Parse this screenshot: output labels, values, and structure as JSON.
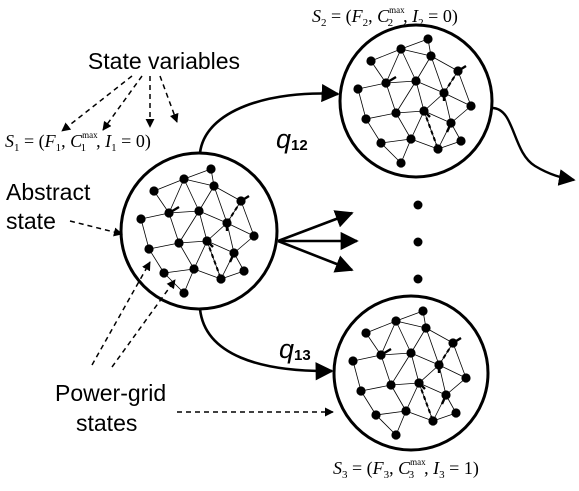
{
  "labels": {
    "state_variables": "State variables",
    "abstract_state_line1": "Abstract",
    "abstract_state_line2": "state",
    "power_grid_line1": "Power-grid",
    "power_grid_line2": "states"
  },
  "transitions": {
    "q12": {
      "symbol": "q",
      "subscript": "12"
    },
    "q13": {
      "symbol": "q",
      "subscript": "13"
    }
  },
  "states": {
    "s1": {
      "name": "S",
      "index": "1",
      "fault": "F",
      "cap": "C",
      "sup": "max",
      "island": "I",
      "island_value": "0"
    },
    "s2": {
      "name": "S",
      "index": "2",
      "fault": "F",
      "cap": "C",
      "sup": "max",
      "island": "I",
      "island_value": "0"
    },
    "s3": {
      "name": "S",
      "index": "3",
      "fault": "F",
      "cap": "C",
      "sup": "max",
      "island": "I",
      "island_value": "1"
    }
  },
  "colors": {
    "ink": "#000000",
    "background": "#ffffff"
  }
}
